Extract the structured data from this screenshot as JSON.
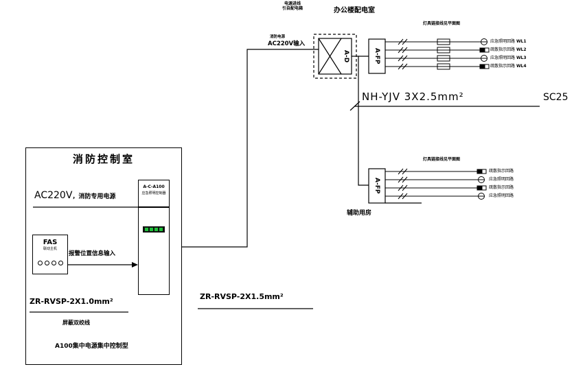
{
  "top": {
    "room_label": "办公楼配电室",
    "note_line1": "电源进线",
    "note_line2": "引自配电箱",
    "power_note": "消防电源",
    "incoming_label": "AC220V输入",
    "ad_label": "A-D",
    "afp_label": "A-FP"
  },
  "top_circuits": {
    "header": "灯具链接线见平面图",
    "rows": [
      {
        "label": "应急照明回路",
        "id": "WL1",
        "symbol": "lamp"
      },
      {
        "label": "疏散指示回路",
        "id": "WL2",
        "symbol": "exit-sign"
      },
      {
        "label": "应急照明回路",
        "id": "WL3",
        "symbol": "lamp"
      },
      {
        "label": "疏散指示回路",
        "id": "WL4",
        "symbol": "exit-sign"
      }
    ]
  },
  "riser": {
    "cable": "NH-YJV 3X2.5mm²",
    "conduit": "SC25"
  },
  "bottom_circuits": {
    "header": "灯具链接线见平面图",
    "afp_label": "A-FP",
    "room_label": "辅助用房",
    "rows": [
      {
        "label": "疏散指示回路",
        "symbol": "exit-sign"
      },
      {
        "label": "应急照明回路",
        "symbol": "lamp"
      },
      {
        "label": "疏散指示回路",
        "symbol": "exit-sign"
      },
      {
        "label": "应急照明回路",
        "symbol": "lamp"
      }
    ]
  },
  "control_room": {
    "title": "消防控制室",
    "power_main": "AC220V",
    "power_sub": "，消防专用电源",
    "controller": {
      "line1": "A-C-A100",
      "line2": "应急照明控制器"
    },
    "indicator_count": 4,
    "fas": {
      "line1": "FAS",
      "line2": "联动主机"
    },
    "alarm_input_label": "报警位置信息输入",
    "cable_label": "ZR-RVSP-2X1.0mm²",
    "cable_note": "屏蔽双绞线",
    "bottom_label": "A100集中电源集中控制型"
  },
  "link_cable_label": "ZR-RVSP-2X1.5mm²",
  "colors": {
    "line": "#000000",
    "indicator_green": "#1fbf3a",
    "background": "#ffffff"
  }
}
